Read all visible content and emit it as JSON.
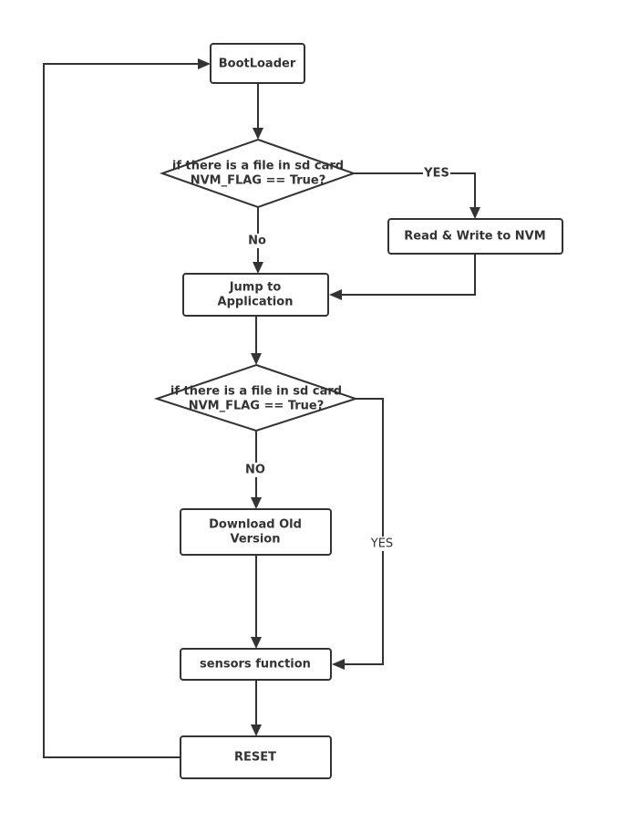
{
  "nodes": {
    "bootloader": "BootLoader",
    "decision1": [
      "if there is a file in sd card",
      "NVM_FLAG == True?"
    ],
    "read_write": "Read & Write to NVM",
    "jump": [
      "Jump to",
      "Application"
    ],
    "decision2": [
      "if there is a file in sd card",
      "NVM_FLAG == True?"
    ],
    "download": [
      "Download Old",
      "Version"
    ],
    "sensors": "sensors function",
    "reset": "RESET"
  },
  "edges": {
    "d1_yes": "YES",
    "d1_no": "No",
    "d2_no": "NO",
    "d2_yes": "YES"
  },
  "colors": {
    "stroke": "#333333",
    "fill": "#ffffff"
  }
}
